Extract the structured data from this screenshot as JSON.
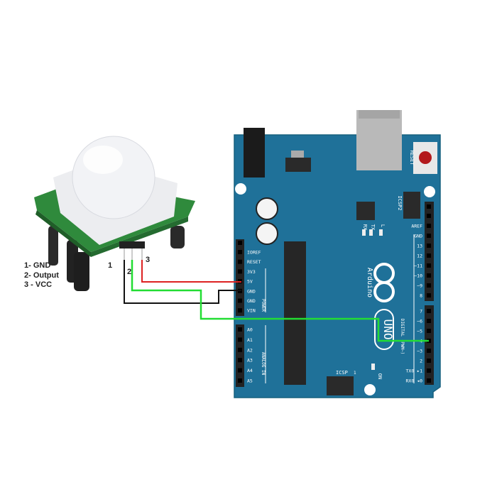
{
  "legend": [
    "1- GND",
    "2- Output",
    "3 - VCC"
  ],
  "sensor_pin_numbers": [
    "1",
    "2",
    "3"
  ],
  "board": {
    "brand": "Arduino",
    "model": "UNO",
    "reset_label": "RESET",
    "icsp2_label": "ICSP2",
    "icsp_label": "ICSP",
    "icsp_pin1": "1",
    "rx_label": "RX",
    "tx_label": "TX",
    "l_label": "L",
    "on_label": "ON",
    "power_group_label": "POWER",
    "analog_group_label": "ANALOG IN",
    "digital_group_label": "DIGITAL (PWM~)",
    "power_pins": [
      "IOREF",
      "RESET",
      "3V3",
      "5V",
      "GND",
      "GND",
      "VIN"
    ],
    "analog_pins": [
      "A0",
      "A1",
      "A2",
      "A3",
      "A4",
      "A5"
    ],
    "digital_upper_pins": [
      "AREF",
      "GND",
      "13",
      "12",
      "~11",
      "~10",
      "~9",
      "8"
    ],
    "digital_lower_pins": [
      "7",
      "~6",
      "~5",
      "4",
      "~3",
      "2",
      "TX0 ▸1",
      "RX0 ◂0"
    ]
  },
  "colors": {
    "board": "#1f7199",
    "wire_gnd": "#111111",
    "wire_output": "#22dd33",
    "wire_vcc": "#dd2222",
    "pcb_sensor": "#2f8a3c",
    "reset_button": "#b3191c"
  },
  "connections": [
    {
      "sensor_pin": "1- GND",
      "board_pin": "GND"
    },
    {
      "sensor_pin": "2- Output",
      "board_pin": "4"
    },
    {
      "sensor_pin": "3 - VCC",
      "board_pin": "5V"
    }
  ]
}
